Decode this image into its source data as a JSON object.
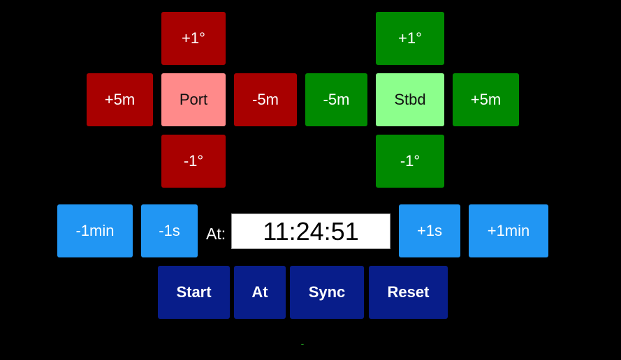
{
  "port": {
    "plus_deg": "+1°",
    "minus_deg": "-1°",
    "plus_5m": "+5m",
    "minus_5m": "-5m",
    "label": "Port"
  },
  "stbd": {
    "plus_deg": "+1°",
    "minus_deg": "-1°",
    "plus_5m": "+5m",
    "minus_5m": "-5m",
    "label": "Stbd"
  },
  "timer": {
    "minus_min": "-1min",
    "minus_sec": "-1s",
    "at_label": "At:",
    "time_value": "11:24:51",
    "plus_sec": "+1s",
    "plus_min": "+1min"
  },
  "actions": {
    "start": "Start",
    "at": "At",
    "sync": "Sync",
    "reset": "Reset"
  },
  "status_text": "-",
  "colors": {
    "port_dark": "#a80000",
    "port_light": "#ff8a8a",
    "stbd_dark": "#008a00",
    "stbd_light": "#8cff8c",
    "time_buttons": "#2196f3",
    "action_buttons": "#081d8a",
    "status": "#22aa22"
  }
}
